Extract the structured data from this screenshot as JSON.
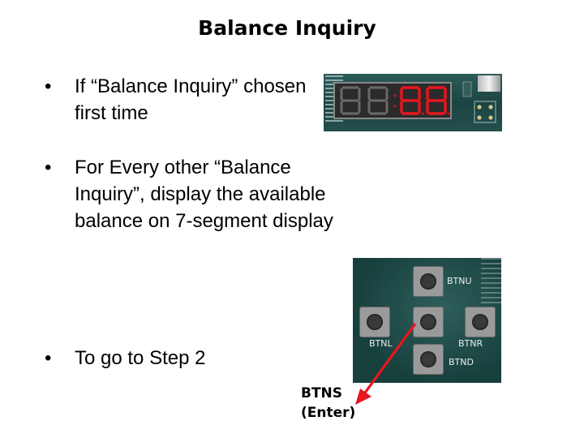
{
  "slide": {
    "title": "Balance Inquiry",
    "bullets": [
      {
        "marker": "•",
        "text": "If “Balance Inquiry” chosen first time"
      },
      {
        "marker": "•",
        "text": "For Every other “Balance Inquiry”, display the available balance on 7-segment display"
      },
      {
        "marker": "•",
        "text": "To go to Step 2"
      }
    ],
    "callout": {
      "line1": "BTNS",
      "line2": "(Enter)"
    }
  },
  "seven_segment_photo": {
    "digit_color": "#e8161e",
    "board_color": "#1d4a4a"
  },
  "buttons_photo": {
    "labels": {
      "up": "BTNU",
      "left": "BTNL",
      "right": "BTNR",
      "down": "BTND"
    }
  },
  "colors": {
    "arrow": "#e8161e",
    "text": "#000000"
  }
}
